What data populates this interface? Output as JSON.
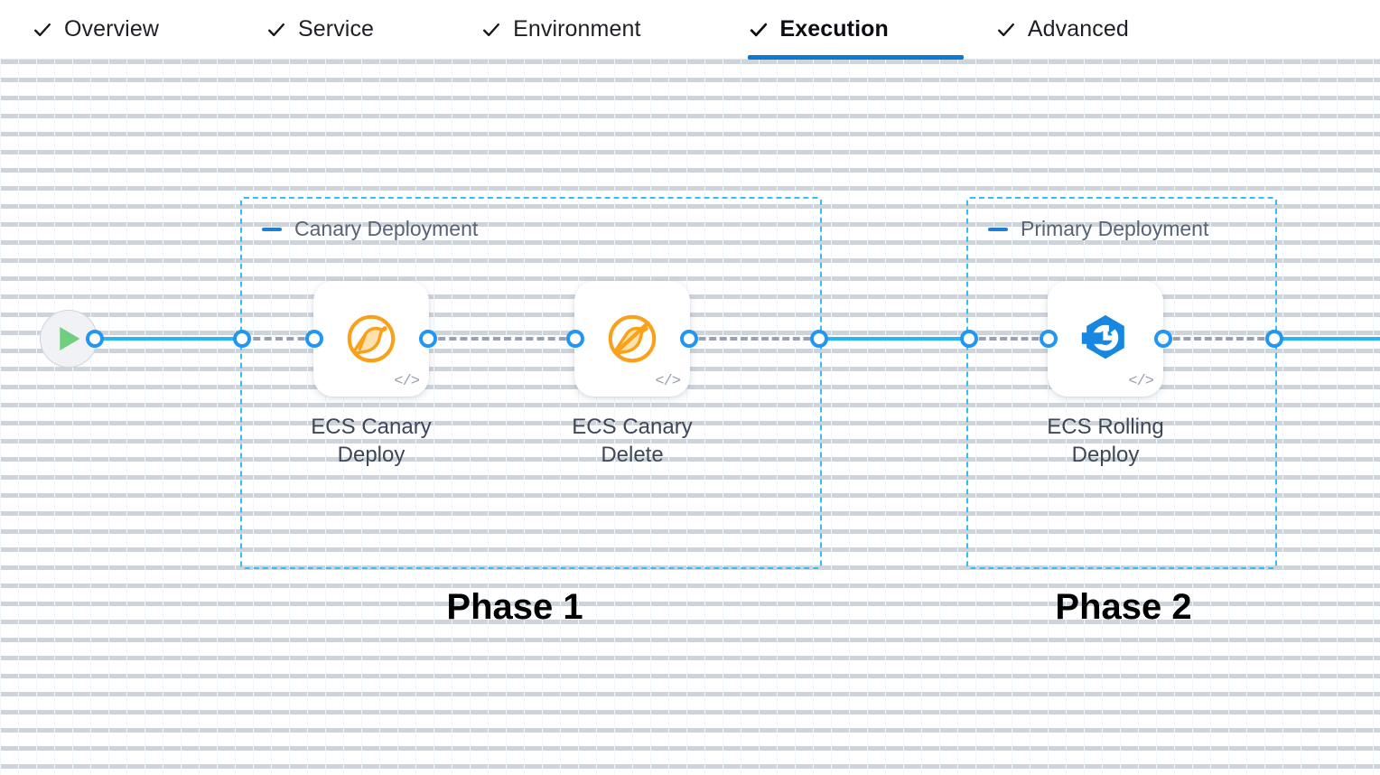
{
  "tabs": [
    {
      "label": "Overview",
      "icon": "check-icon",
      "active": false
    },
    {
      "label": "Service",
      "icon": "check-icon",
      "active": false
    },
    {
      "label": "Environment",
      "icon": "check-icon",
      "active": false
    },
    {
      "label": "Execution",
      "icon": "check-icon",
      "active": true
    },
    {
      "label": "Advanced",
      "icon": "check-icon",
      "active": false
    }
  ],
  "canvas": {
    "start_node": {
      "name": "pipeline-start",
      "icon": "play-icon"
    },
    "groups": [
      {
        "title": "Canary Deployment",
        "collapse_icon": "minus-icon"
      },
      {
        "title": "Primary Deployment",
        "collapse_icon": "minus-icon"
      }
    ],
    "nodes": [
      {
        "label": "ECS Canary\nDeploy",
        "icon": "canary-bird-icon",
        "badge": "</>"
      },
      {
        "label": "ECS Canary\nDelete",
        "icon": "canary-bird-slash-icon",
        "badge": "</>"
      },
      {
        "label": "ECS Rolling\nDeploy",
        "icon": "rolling-deploy-icon",
        "badge": "</>"
      }
    ],
    "annotations": [
      {
        "text": "Phase 1"
      },
      {
        "text": "Phase 2"
      }
    ]
  },
  "colors": {
    "accent_blue": "#0b7ad1",
    "link_blue": "#29b6f6",
    "port_blue": "#2196f3",
    "group_border": "#35bdf5",
    "canary_orange": "#f9a11b",
    "rolling_blue": "#1787e0",
    "play_green": "#6fcf80",
    "link_dashed_gray": "#9aa2b1"
  }
}
